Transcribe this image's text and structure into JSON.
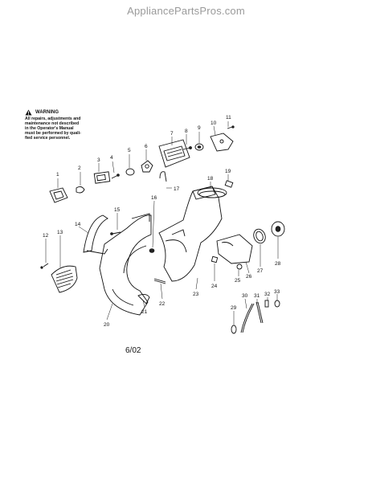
{
  "watermark": "AppliancePartsPros.com",
  "warning": {
    "title": "WARNING",
    "body": "All repairs, adjustments and\nmaintenance not described\nin the Operator's Manual\nmust be performed by quali-\nfied service personnel."
  },
  "callouts": [
    "1",
    "2",
    "3",
    "4",
    "5",
    "6",
    "7",
    "8",
    "9",
    "10",
    "11",
    "12",
    "13",
    "14",
    "15",
    "16",
    "17",
    "18",
    "19",
    "20",
    "21",
    "22",
    "23",
    "24",
    "25",
    "26",
    "27",
    "28",
    "29",
    "30",
    "31",
    "32",
    "33"
  ],
  "date": "6/02"
}
